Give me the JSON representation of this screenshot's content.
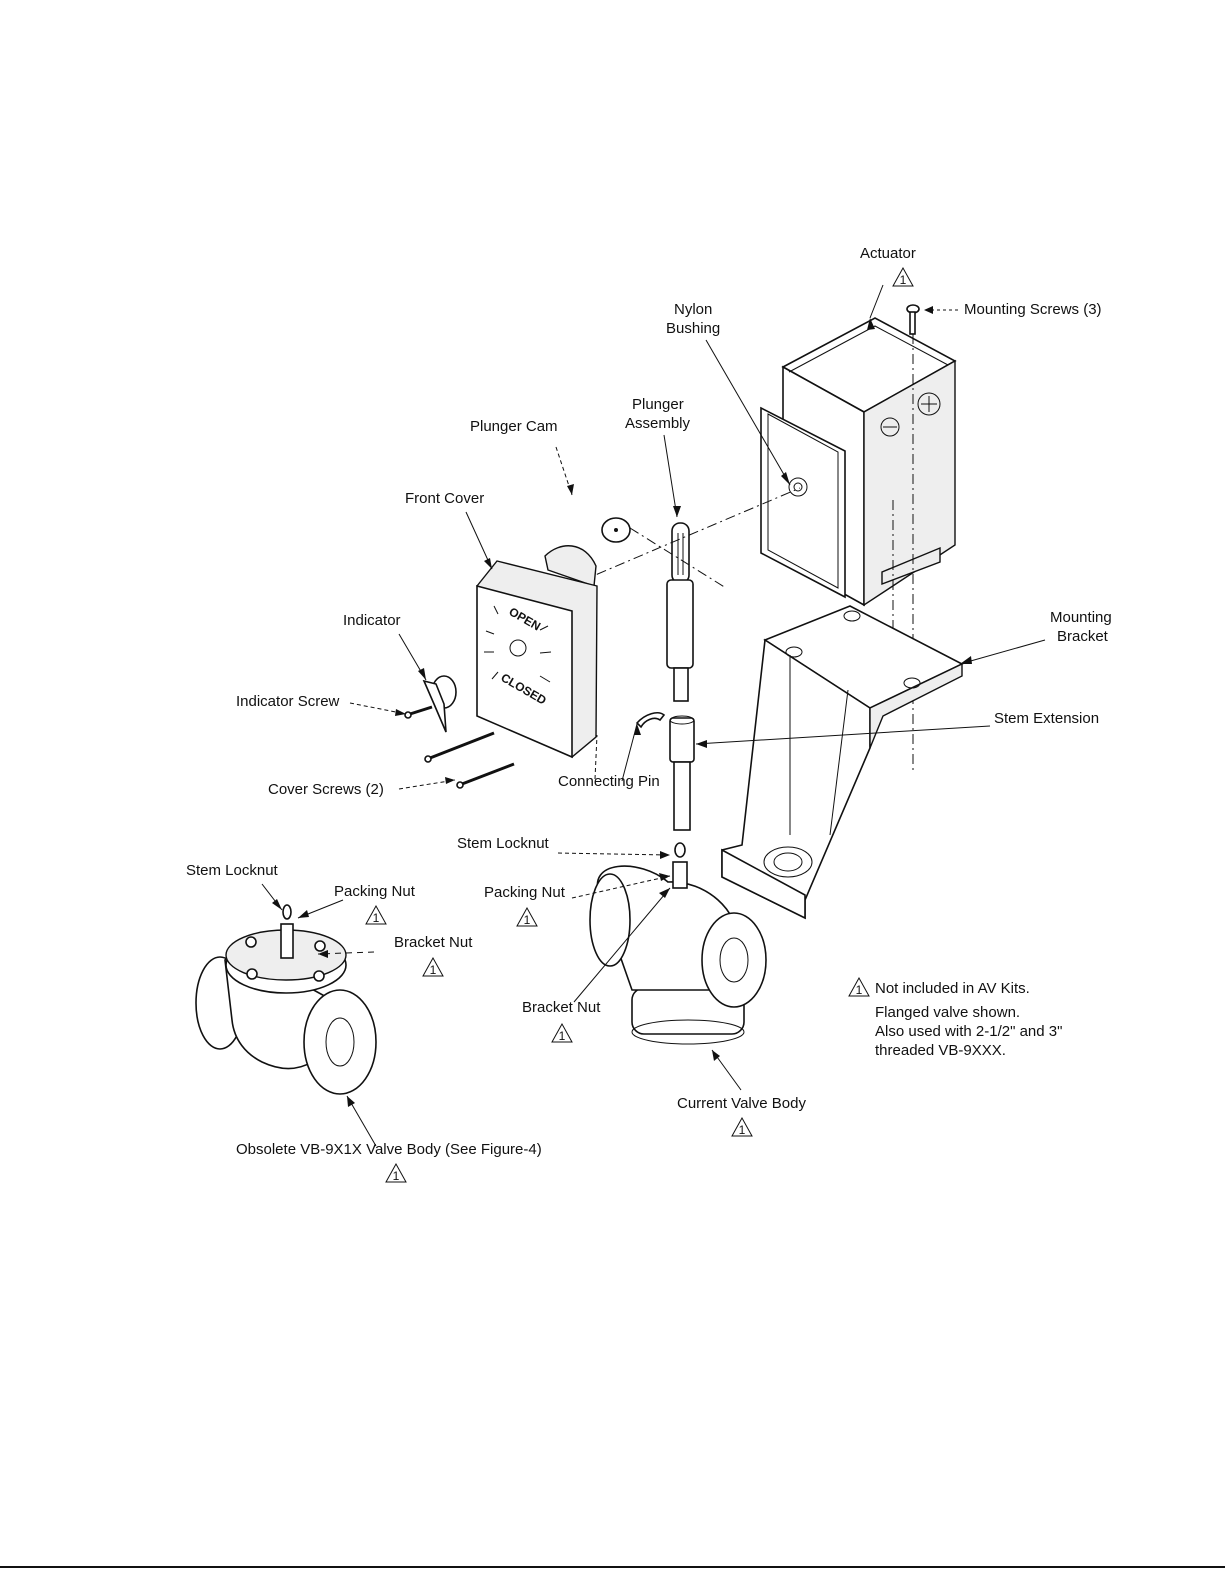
{
  "labels": {
    "actuator": "Actuator",
    "mounting_screws": "Mounting Screws (3)",
    "nylon_bushing_1": "Nylon",
    "nylon_bushing_2": "Bushing",
    "plunger_assembly_1": "Plunger",
    "plunger_assembly_2": "Assembly",
    "plunger_cam": "Plunger Cam",
    "front_cover": "Front Cover",
    "indicator": "Indicator",
    "indicator_screw": "Indicator Screw",
    "cover_screws": "Cover Screws (2)",
    "connecting_pin": "Connecting Pin",
    "mounting_bracket_1": "Mounting",
    "mounting_bracket_2": "Bracket",
    "stem_extension": "Stem Extension",
    "stem_locknut_current": "Stem Locknut",
    "packing_nut_current": "Packing Nut",
    "bracket_nut_current": "Bracket Nut",
    "current_valve_body": "Current Valve Body",
    "stem_locknut_obsolete": "Stem Locknut",
    "packing_nut_obsolete": "Packing Nut",
    "bracket_nut_obsolete": "Bracket Nut",
    "obsolete_valve_body": "Obsolete VB-9X1X Valve Body (See Figure-4)"
  },
  "cover_text": {
    "open": "OPEN",
    "closed": "CLOSED"
  },
  "warning_mark": "1",
  "note": {
    "line1": "Not included in AV Kits.",
    "line2": "Flanged valve shown.",
    "line3": "Also used with 2-1/2\" and 3\"",
    "line4": "threaded VB-9XXX."
  }
}
